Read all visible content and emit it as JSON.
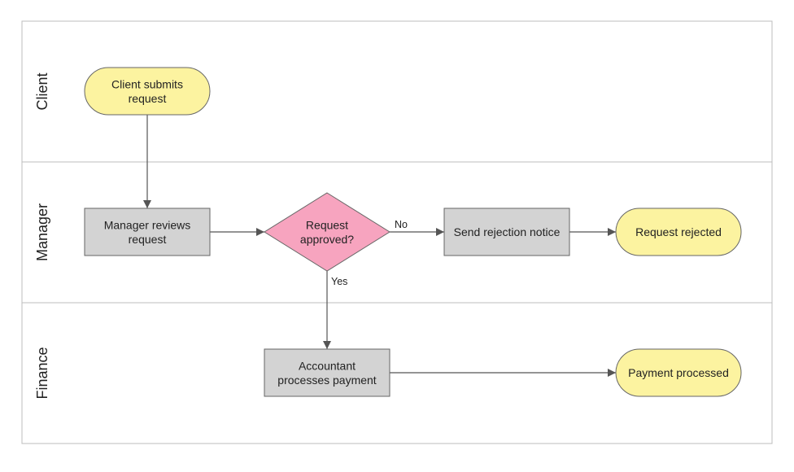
{
  "diagram": {
    "lanes": [
      {
        "id": "client",
        "label": "Client"
      },
      {
        "id": "manager",
        "label": "Manager"
      },
      {
        "id": "finance",
        "label": "Finance"
      }
    ],
    "nodes": {
      "client_submits": {
        "shape": "terminator",
        "lines": [
          "Client submits",
          "request"
        ]
      },
      "manager_reviews": {
        "shape": "process",
        "lines": [
          "Manager reviews",
          "request"
        ]
      },
      "request_approved": {
        "shape": "decision",
        "lines": [
          "Request",
          "approved?"
        ]
      },
      "send_rejection": {
        "shape": "process",
        "lines": [
          "Send rejection notice"
        ]
      },
      "request_rejected": {
        "shape": "terminator",
        "lines": [
          "Request rejected"
        ]
      },
      "accountant_processes": {
        "shape": "process",
        "lines": [
          "Accountant",
          "processes payment"
        ]
      },
      "payment_processed": {
        "shape": "terminator",
        "lines": [
          "Payment processed"
        ]
      }
    },
    "edges": [
      {
        "from": "client_submits",
        "to": "manager_reviews",
        "label": ""
      },
      {
        "from": "manager_reviews",
        "to": "request_approved",
        "label": ""
      },
      {
        "from": "request_approved",
        "to": "send_rejection",
        "label": "No"
      },
      {
        "from": "send_rejection",
        "to": "request_rejected",
        "label": ""
      },
      {
        "from": "request_approved",
        "to": "accountant_processes",
        "label": "Yes"
      },
      {
        "from": "accountant_processes",
        "to": "payment_processed",
        "label": ""
      }
    ],
    "colors": {
      "terminator_fill": "#FCF3A0",
      "process_fill": "#D3D3D3",
      "decision_fill": "#F7A4BF",
      "stroke": "#666666",
      "lane_border": "#BDBDBD",
      "arrow": "#555555"
    }
  }
}
